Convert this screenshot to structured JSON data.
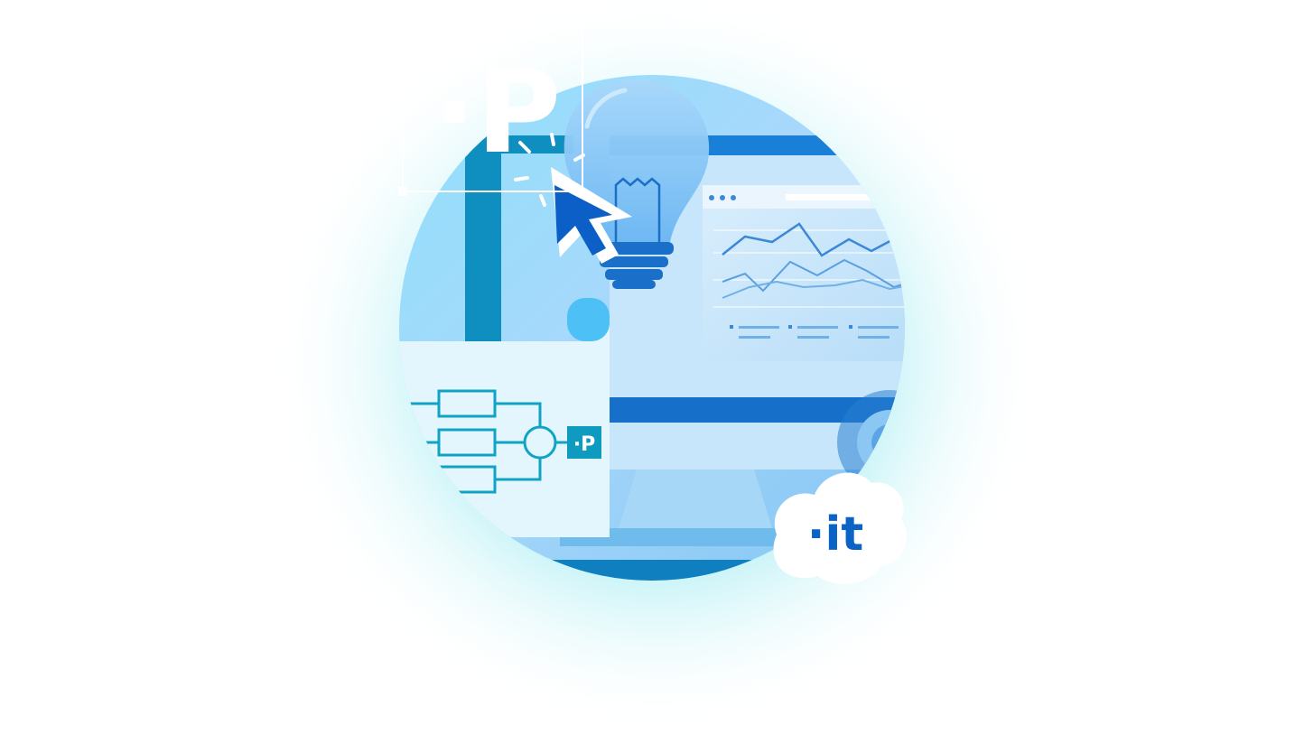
{
  "logo_top": {
    "text": "·P"
  },
  "flow_badge": {
    "text": "·P"
  },
  "cloud_badge": {
    "text": "·it"
  },
  "colors": {
    "glow": "#8fe8f0",
    "circle_light": "#bfe6fb",
    "circle_mid": "#8fd0f5",
    "brand_blue": "#0b63c5",
    "teal": "#0f9bbf",
    "white": "#ffffff"
  },
  "icons": [
    "lightbulb-icon",
    "cursor-icon",
    "gear-icon",
    "cloud-icon",
    "line-chart-icon",
    "flowchart-icon"
  ]
}
